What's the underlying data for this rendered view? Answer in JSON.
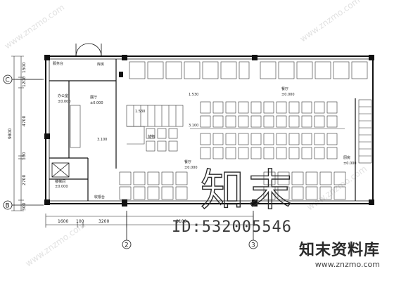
{
  "axes": {
    "row_c": "C",
    "row_b": "B",
    "col_2": "2",
    "col_3": "3"
  },
  "left_dims": [
    "1500",
    "1200",
    "4700",
    "100",
    "2700",
    "300"
  ],
  "left_total": "9800",
  "bottom_dims": [
    "1600",
    "100",
    "3200"
  ],
  "bottom_total": "8100",
  "rooms": {
    "top_left": "服务台",
    "office": "办公室",
    "office_level": "±0.000",
    "hall": "展厅",
    "hall_level": "±0.000",
    "corridor_level": "3.100",
    "stair_up": "1.530",
    "stair_up2": "1.530",
    "stair_mid": "3.100",
    "store": "库房",
    "store2": "储物",
    "dining_top": "餐厅",
    "dining_top_level": "±0.000",
    "dining_bottom": "餐厅",
    "dining_bottom_level": "±0.000",
    "right_room": "厨房",
    "right_room_level": "±0.000",
    "bottom_left": "楼梯间",
    "bottom_left_level": "±0.000",
    "entry_label": "收银台"
  },
  "watermark": {
    "id_text": "ID:532005546",
    "logo_text": "知末",
    "brand": "知末资料库",
    "url": "www.znzmo.com",
    "diag": "www.znzmo.com"
  }
}
